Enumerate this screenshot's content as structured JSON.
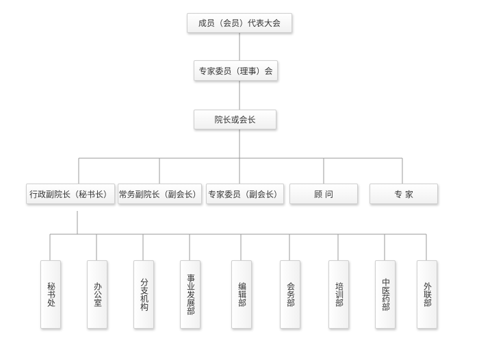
{
  "level1": {
    "assembly": "成员（会员）代表大会"
  },
  "level2": {
    "council": "专家委员（理事）会"
  },
  "level3": {
    "president": "院长或会长"
  },
  "level4": {
    "exec_vp": "行政副院长（秘书长）",
    "standing_vp": "常务副院长（副会长）",
    "expert_vp": "专家委员（副会长）",
    "advisor": "顾 问",
    "expert": "专 家"
  },
  "departments": [
    "秘书处",
    "办公室",
    "分支机构",
    "事业发展部",
    "编辑部",
    "会务部",
    "培训部",
    "中医药部",
    "外联部"
  ]
}
